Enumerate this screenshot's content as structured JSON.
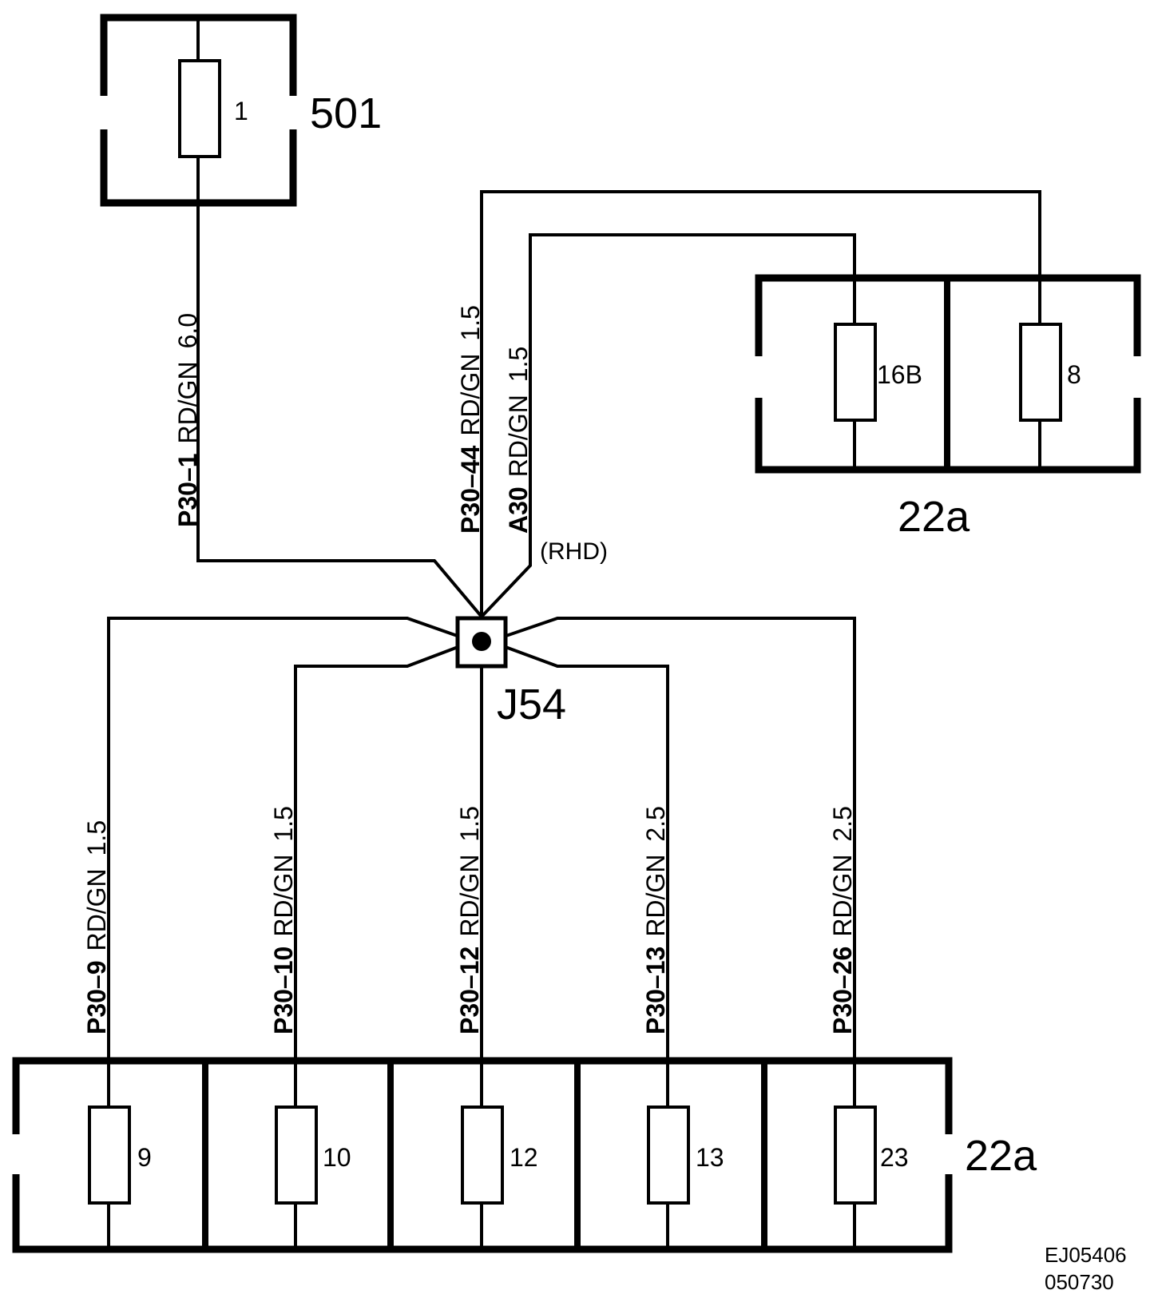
{
  "components": {
    "c501": {
      "label": "501",
      "fuse": "1"
    },
    "c22a_top": {
      "label": "22a",
      "fuses": [
        "16B",
        "8"
      ]
    },
    "c22a_bottom": {
      "label": "22a",
      "fuses": [
        "9",
        "10",
        "12",
        "13",
        "23"
      ]
    },
    "junction": {
      "label": "J54"
    }
  },
  "wires": [
    {
      "code": "P30–1",
      "color": "RD/GN",
      "size": "6.0"
    },
    {
      "code": "P30–44",
      "color": "RD/GN",
      "size": "1.5"
    },
    {
      "code": "A30",
      "color": "RD/GN",
      "size": "1.5",
      "note": "(RHD)"
    },
    {
      "code": "P30–9",
      "color": "RD/GN",
      "size": "1.5"
    },
    {
      "code": "P30–10",
      "color": "RD/GN",
      "size": "1.5"
    },
    {
      "code": "P30–12",
      "color": "RD/GN",
      "size": "1.5"
    },
    {
      "code": "P30–13",
      "color": "RD/GN",
      "size": "2.5"
    },
    {
      "code": "P30–26",
      "color": "RD/GN",
      "size": "2.5"
    }
  ],
  "reference": {
    "line1": "EJ05406",
    "line2": "050730"
  }
}
